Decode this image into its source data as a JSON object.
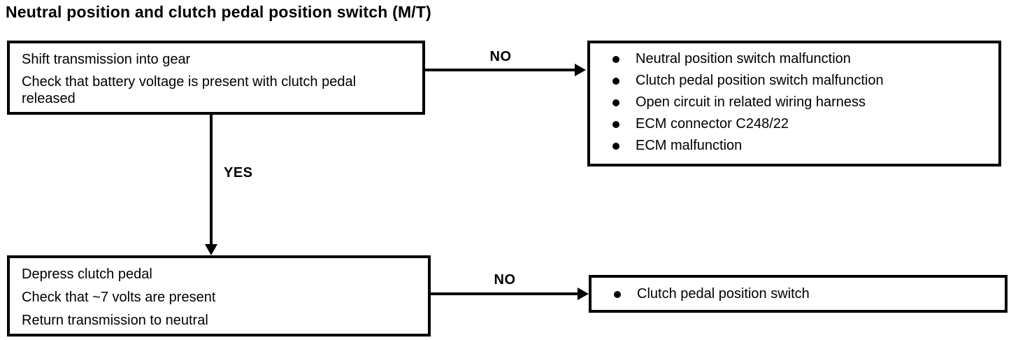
{
  "title": "Neutral position and clutch pedal position switch (M/T)",
  "labels": {
    "no_top": "NO",
    "yes": "YES",
    "no_bottom": "NO"
  },
  "boxes": {
    "step1": {
      "line1": "Shift transmission into gear",
      "line2": "Check that battery voltage is present with clutch pedal released"
    },
    "result1": {
      "items": [
        "Neutral position switch malfunction",
        "Clutch pedal position switch malfunction",
        "Open circuit in related wiring harness",
        "ECM connector C248/22",
        "ECM malfunction"
      ]
    },
    "step2": {
      "line1": "Depress clutch pedal",
      "line2": "Check that ~7 volts are present",
      "line3": "Return transmission to neutral"
    },
    "result2": {
      "items": [
        "Clutch pedal position switch"
      ]
    }
  },
  "colors": {
    "ink": "#000000",
    "background": "#ffffff"
  }
}
